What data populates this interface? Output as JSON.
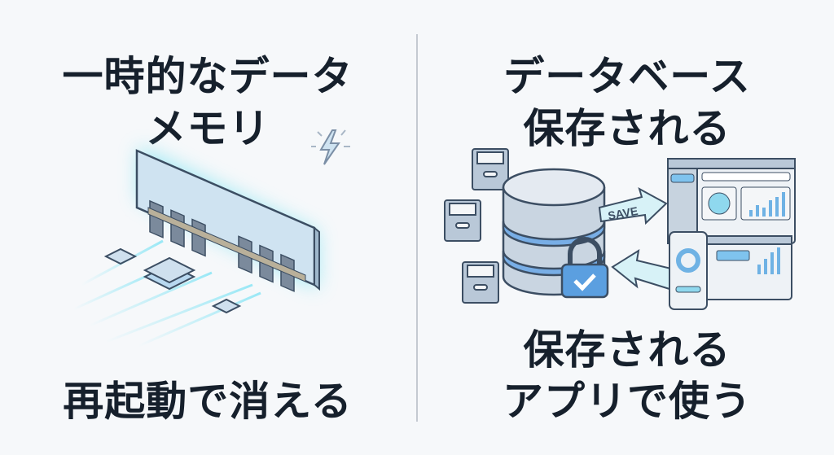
{
  "left": {
    "title": "一時的なデータ",
    "subtitle": "メモリ",
    "caption": "再起動で消える"
  },
  "right": {
    "title": "データベース",
    "subtitle": "保存される",
    "caption_line1": "保存される",
    "caption_line2": "アプリで使う",
    "arrow_label": "SAVE"
  },
  "colors": {
    "text": "#16202c",
    "glow": "#7fe3f2",
    "accent_blue": "#5b9fe0",
    "outline": "#3c4e63",
    "background": "#f6f8fa"
  }
}
